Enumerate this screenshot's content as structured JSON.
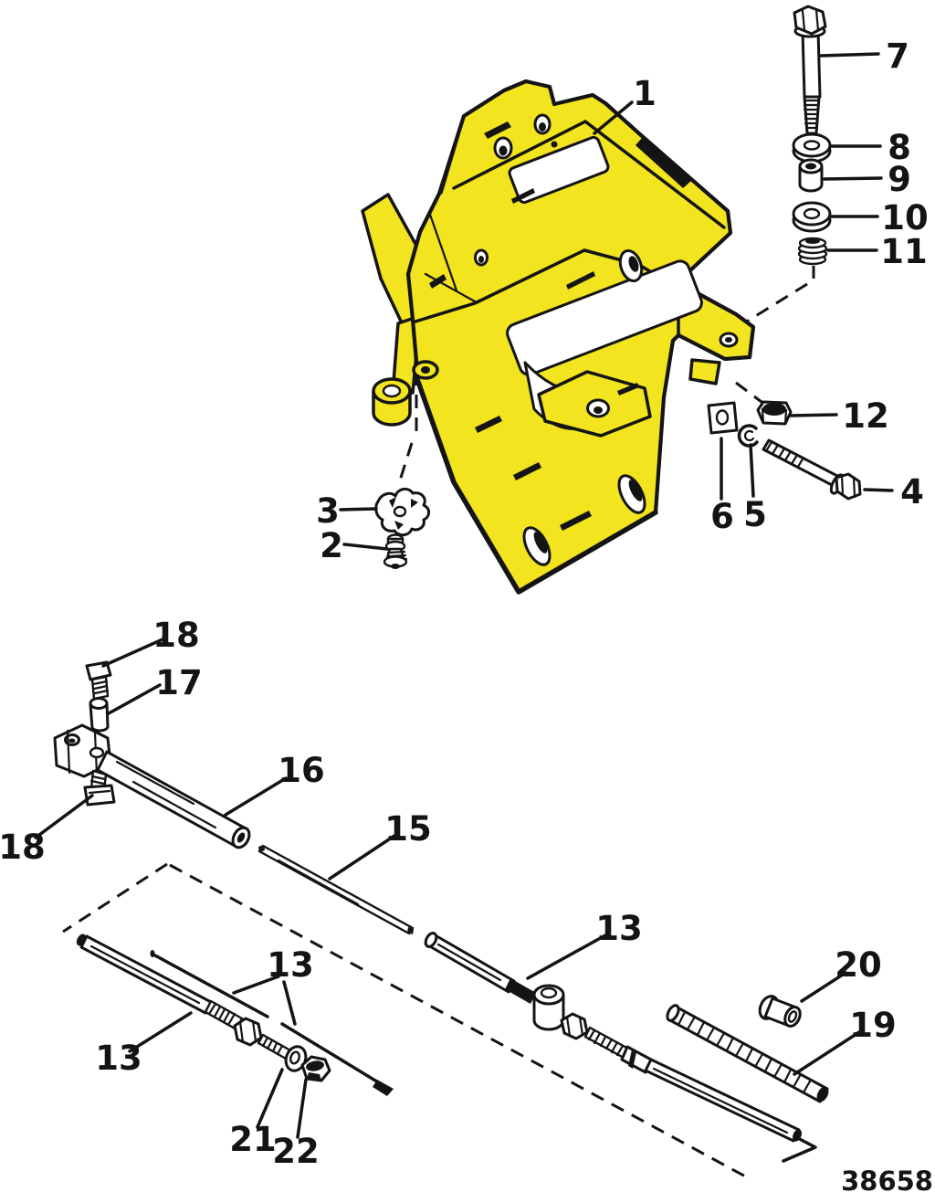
{
  "figure": {
    "drawing_number": "38658",
    "colors": {
      "highlight": "#F2E41F",
      "line": "#141414",
      "background": "#FFFFFF"
    },
    "callouts": [
      {
        "text": "1"
      },
      {
        "text": "7"
      },
      {
        "text": "8"
      },
      {
        "text": "9"
      },
      {
        "text": "10"
      },
      {
        "text": "11"
      },
      {
        "text": "12"
      },
      {
        "text": "4"
      },
      {
        "text": "5"
      },
      {
        "text": "6"
      },
      {
        "text": "3"
      },
      {
        "text": "2"
      },
      {
        "text": "18"
      },
      {
        "text": "17"
      },
      {
        "text": "16"
      },
      {
        "text": "18"
      },
      {
        "text": "15"
      },
      {
        "text": "13"
      },
      {
        "text": "13"
      },
      {
        "text": "13"
      },
      {
        "text": "20"
      },
      {
        "text": "19"
      },
      {
        "text": "21"
      },
      {
        "text": "22"
      }
    ]
  }
}
